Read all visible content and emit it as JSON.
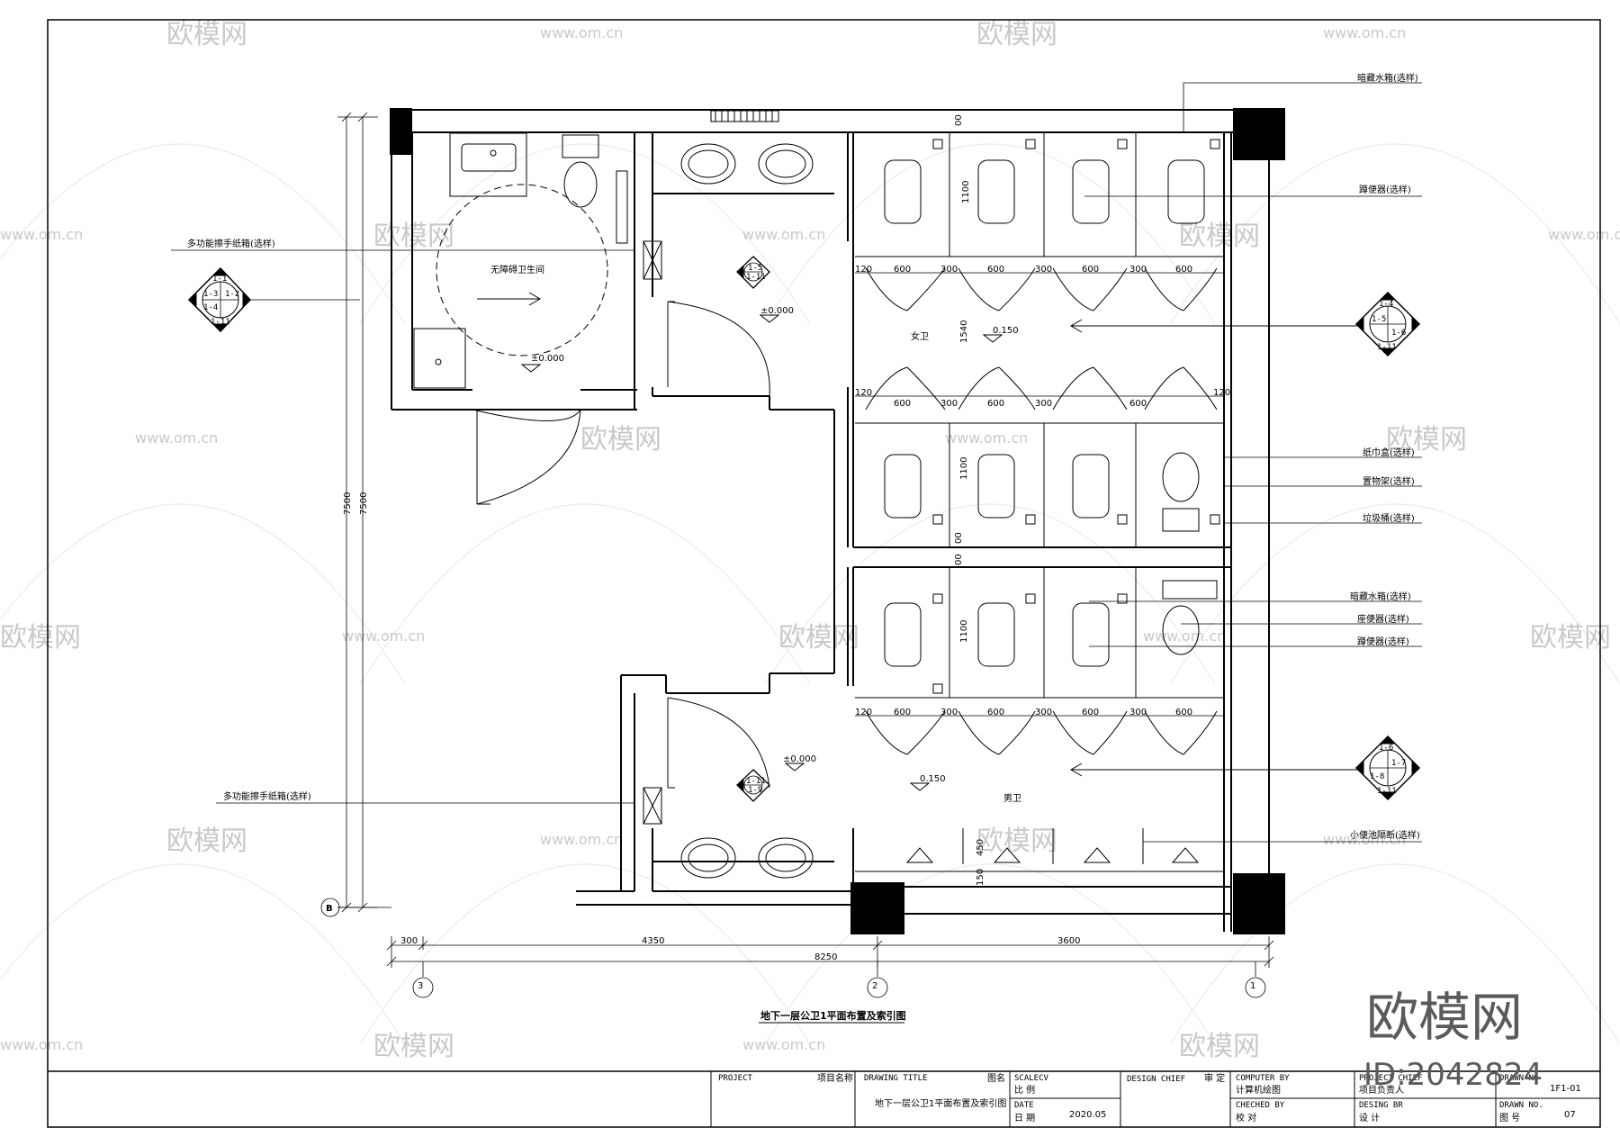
{
  "watermark": {
    "brand": "欧模网",
    "url": "www.om.cn",
    "corner_brand": "欧模网",
    "corner_id": "ID:2042824"
  },
  "drawing_title": "地下一层公卫1平面布置及索引图",
  "rooms": {
    "accessible": "无障碍卫生间",
    "female": "女卫",
    "male": "男卫"
  },
  "levels": {
    "accessible": "±0.000",
    "corridor_top": "±0.000",
    "female": "0.150",
    "corridor_bottom": "±0.000",
    "male": "0.150"
  },
  "callouts": {
    "hidden_tank_top": "暗藏水箱(选样)",
    "squat_toilet_top": "蹲便器(选样)",
    "hand_towel_left_top": "多功能擦手纸箱(选样)",
    "tissue_box": "纸巾盒(选样)",
    "shelf": "置物架(选样)",
    "trash_bin": "垃圾桶(选样)",
    "hidden_tank_mid": "暗藏水箱(选样)",
    "seat_toilet": "座便器(选样)",
    "squat_toilet_mid": "蹲便器(选样)",
    "hand_towel_left_bottom": "多功能擦手纸箱(选样)",
    "urinal_partition": "小便池隔断(选样)"
  },
  "dimensions": {
    "overall_height": "7500",
    "overall_height_inner": "7500",
    "bottom_300": "300",
    "bottom_4350": "4350",
    "bottom_3600": "3600",
    "bottom_8250": "8250",
    "female_row1": [
      "120",
      "600",
      "300",
      "600",
      "300",
      "600",
      "300",
      "600"
    ],
    "female_row2": [
      "120",
      "600",
      "300",
      "600",
      "300",
      "600",
      "120"
    ],
    "male_row": [
      "120",
      "600",
      "300",
      "600",
      "300",
      "600",
      "300",
      "600"
    ],
    "stall_depth_1100": "1100",
    "female_aisle_1540": "1540",
    "stall_depth_1100b": "1100",
    "male_stall_1100": "1100",
    "urinal_450": "450",
    "urinal_150": "150",
    "wall_00a": "00",
    "wall_00b": "00",
    "wall_00c": "00"
  },
  "axes": {
    "axis_b": "B",
    "col1": "3",
    "col2": "2",
    "col3": "1",
    "col_sub": "1"
  },
  "index_symbols": {
    "sym_left": [
      "1-1",
      "1-2",
      "1-3",
      "1-4",
      "1-11"
    ],
    "sym_right_top": [
      "1-4",
      "1-5",
      "1-6",
      "1-11"
    ],
    "sym_right_bottom": [
      "1-6",
      "1-7",
      "1-8",
      "1-11"
    ],
    "sym_corr_top": [
      "1-5",
      "1-11"
    ],
    "sym_corr_bottom": [
      "1-11",
      "1-9"
    ]
  },
  "title_block": {
    "project_en": "PROJECT",
    "project_cn": "项目名称",
    "drawing_title_en": "DRAWING TITLE",
    "drawing_title_cn": "图名",
    "drawing_title_value": "地下一层公卫1平面布置及索引图",
    "scale_en": "SCALECV",
    "scale_cn": "比 例",
    "date_en": "DATE",
    "date_cn": "日 期",
    "date_value": "2020.05",
    "design_chief_en": "DESIGN CHIEF",
    "design_chief_cn": "审 定",
    "computer_by_en": "COMPUTER BY",
    "computer_by_cn": "计算机绘图",
    "checked_by_en": "CHECHED BY",
    "checked_by_cn": "校 对",
    "project_chief_en": "PROJECT CHIEF",
    "project_chief_cn": "项目负责人",
    "design_by_en": "DESING BR",
    "design_by_cn": "设 计",
    "drawn_no_en": "DRAWN NO",
    "drawn_no_value": "1F1-01",
    "sheet_no_en": "DRAWN NO.",
    "sheet_no_cn": "图 号",
    "sheet_no_value": "07"
  }
}
